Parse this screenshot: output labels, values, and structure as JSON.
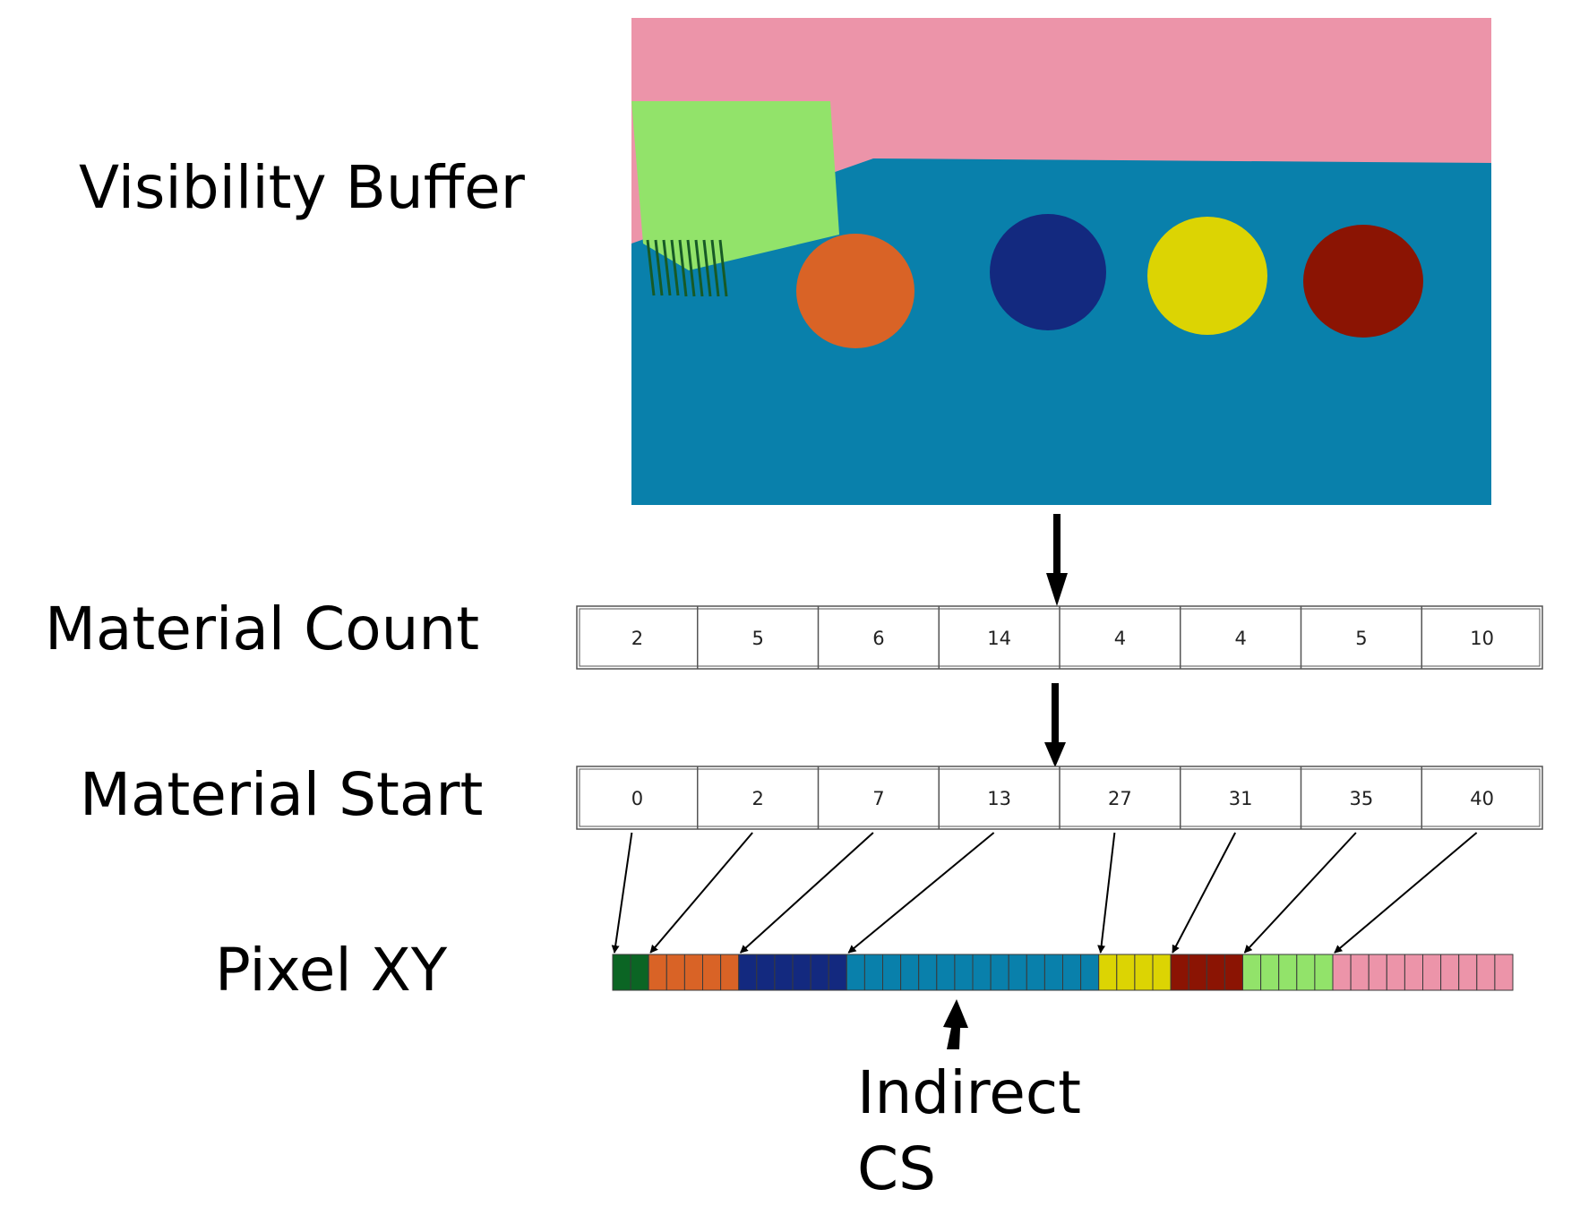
{
  "labels": {
    "visibility_buffer": "Visibility Buffer",
    "material_count": "Material Count",
    "material_start": "Material Start",
    "pixel_xy": "Pixel XY",
    "indirect_line1": "Indirect",
    "indirect_line2": "CS"
  },
  "colors": {
    "pink": "#ec94a9",
    "teal": "#0980ab",
    "light_green": "#92e36a",
    "dark_green": "#0b6524",
    "orange": "#d96326",
    "navy": "#13297f",
    "yellow": "#dcd403",
    "dark_red": "#8b1403",
    "strand_green": "#175a26"
  },
  "material_count": [
    "2",
    "5",
    "6",
    "14",
    "4",
    "4",
    "5",
    "10"
  ],
  "material_start": [
    "0",
    "2",
    "7",
    "13",
    "27",
    "31",
    "35",
    "40"
  ],
  "pixel_xy_groups": [
    {
      "color_key": "dark_green",
      "count": 2
    },
    {
      "color_key": "orange",
      "count": 5
    },
    {
      "color_key": "navy",
      "count": 6
    },
    {
      "color_key": "teal",
      "count": 14
    },
    {
      "color_key": "yellow",
      "count": 4
    },
    {
      "color_key": "dark_red",
      "count": 4
    },
    {
      "color_key": "light_green",
      "count": 5
    },
    {
      "color_key": "pink",
      "count": 10
    }
  ]
}
